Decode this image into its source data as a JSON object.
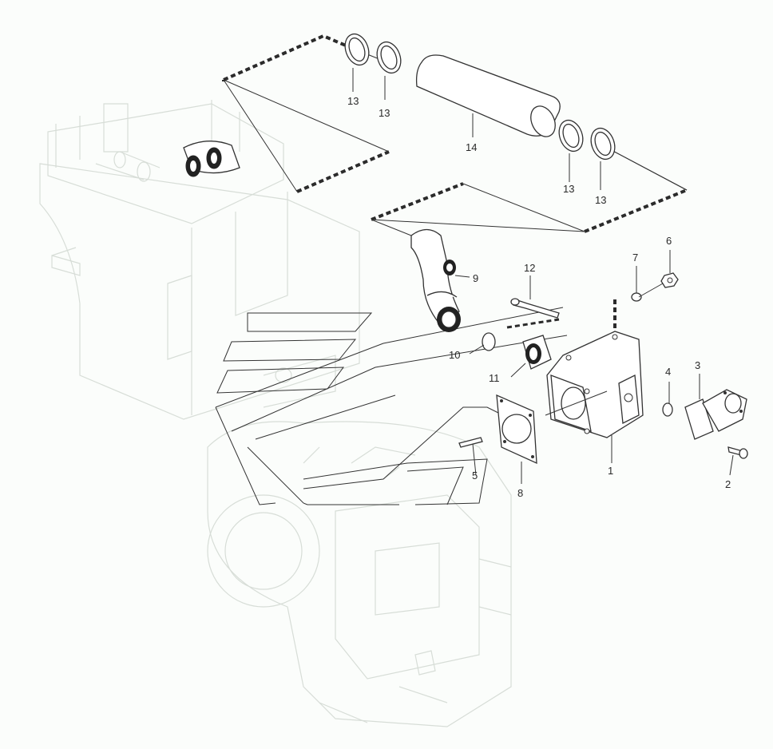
{
  "callouts": [
    {
      "id": "c13a",
      "label": "13"
    },
    {
      "id": "c13b",
      "label": "13"
    },
    {
      "id": "c14",
      "label": "14"
    },
    {
      "id": "c13c",
      "label": "13"
    },
    {
      "id": "c13d",
      "label": "13"
    },
    {
      "id": "c9",
      "label": "9"
    },
    {
      "id": "c12",
      "label": "12"
    },
    {
      "id": "c7",
      "label": "7"
    },
    {
      "id": "c6",
      "label": "6"
    },
    {
      "id": "c10",
      "label": "10"
    },
    {
      "id": "c11",
      "label": "11"
    },
    {
      "id": "c4",
      "label": "4"
    },
    {
      "id": "c3",
      "label": "3"
    },
    {
      "id": "c1",
      "label": "1"
    },
    {
      "id": "c5",
      "label": "5"
    },
    {
      "id": "c8",
      "label": "8"
    },
    {
      "id": "c2",
      "label": "2"
    }
  ],
  "colors": {
    "line": "#333333",
    "ghost": "#d7ddd7",
    "background": "#fbfdfb"
  }
}
